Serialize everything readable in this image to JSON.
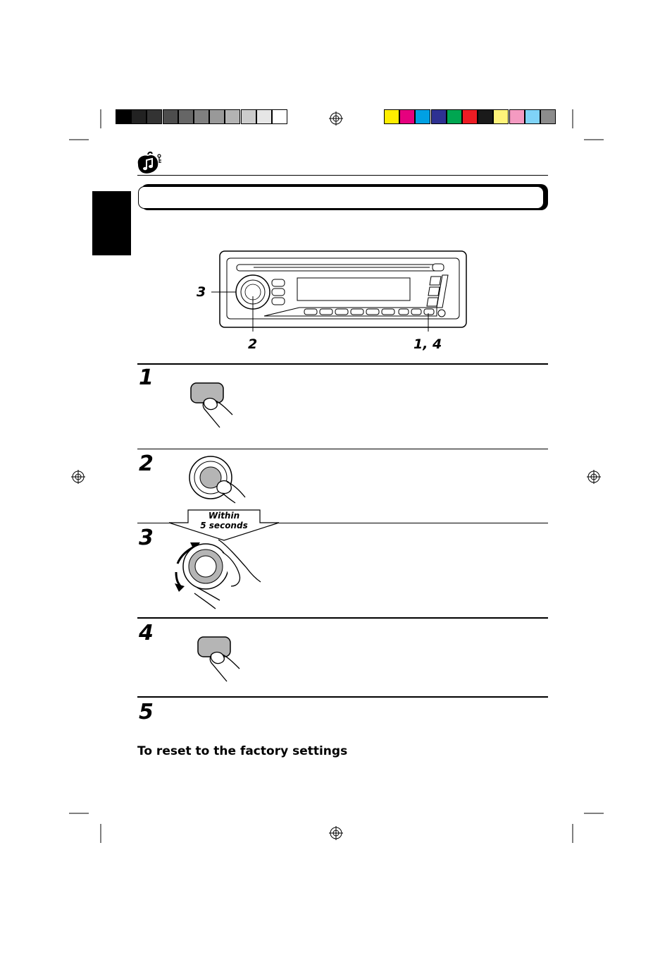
{
  "calibration_bar": {
    "grayscale": [
      "#000000",
      "#222222",
      "#333333",
      "#4d4d4d",
      "#666666",
      "#808080",
      "#999999",
      "#b3b3b3",
      "#cccccc",
      "#e6e6e6",
      "#ffffff"
    ],
    "colors": [
      "#ffee00",
      "#e6007e",
      "#00a0e3",
      "#2e3192",
      "#00a651",
      "#ed1c24",
      "#1a1a1a",
      "#fff37a",
      "#f49ac1",
      "#7fd3f7",
      "#8c8c8c"
    ]
  },
  "header": {
    "icon": "music-note-icon"
  },
  "diagram": {
    "callouts": {
      "knob": "3",
      "press": "2",
      "button": "1, 4"
    }
  },
  "steps": [
    {
      "number": "1",
      "icon": "button-press-icon"
    },
    {
      "number": "2",
      "icon": "knob-press-icon"
    },
    {
      "number": "3",
      "icon": "knob-turn-icon"
    },
    {
      "number": "4",
      "icon": "button-press-icon"
    },
    {
      "number": "5"
    }
  ],
  "timing_note": {
    "line1": "Within",
    "line2": "5 seconds"
  },
  "reset_heading": "To reset to the factory settings"
}
